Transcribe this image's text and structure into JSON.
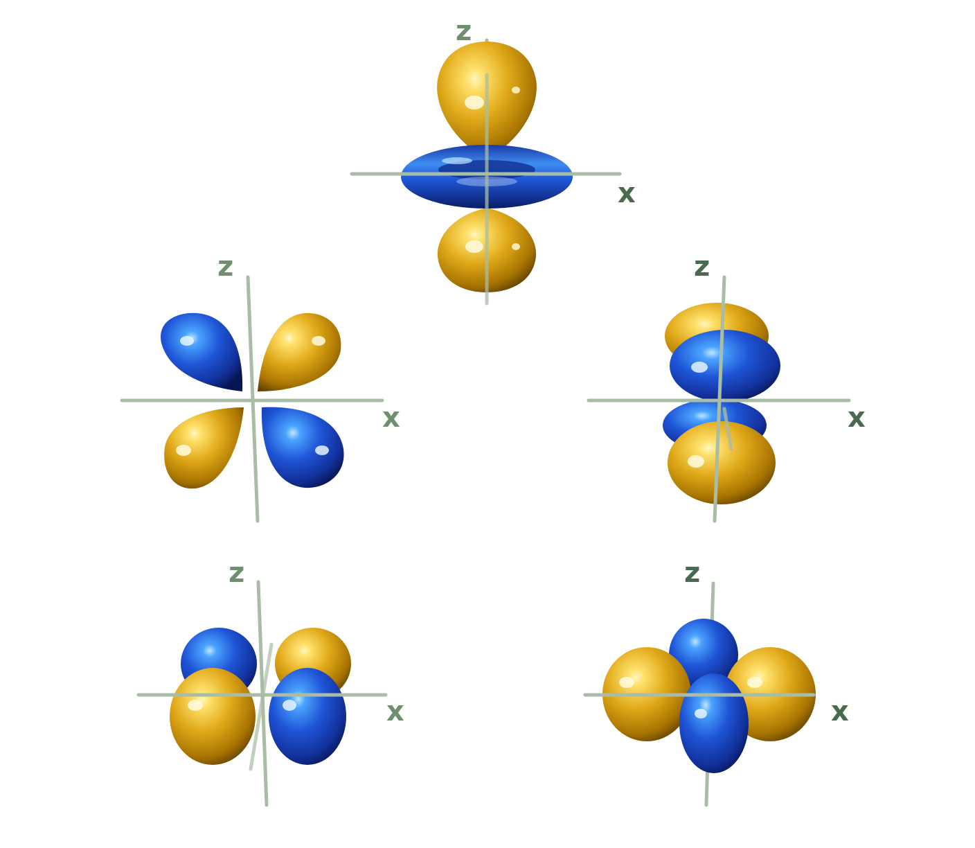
{
  "colors": {
    "gold": "#d9a313",
    "gold_dark": "#8a5e00",
    "gold_light": "#ffe06a",
    "blue": "#1f47c7",
    "blue_dark": "#0b1f6e",
    "blue_light": "#4aa3ff",
    "axis": "#a9bca5",
    "label": "#6f8f6f"
  },
  "orbitals": [
    {
      "id": "dz2",
      "axis_labels": {
        "z": "z",
        "x": "x"
      }
    },
    {
      "id": "dxz",
      "axis_labels": {
        "z": "z",
        "x": "x"
      }
    },
    {
      "id": "dyz",
      "axis_labels": {
        "z": "z",
        "x": "x"
      }
    },
    {
      "id": "dxy",
      "axis_labels": {
        "z": "z",
        "x": "x"
      }
    },
    {
      "id": "dx2-y2",
      "axis_labels": {
        "z": "z",
        "x": "x"
      }
    }
  ]
}
